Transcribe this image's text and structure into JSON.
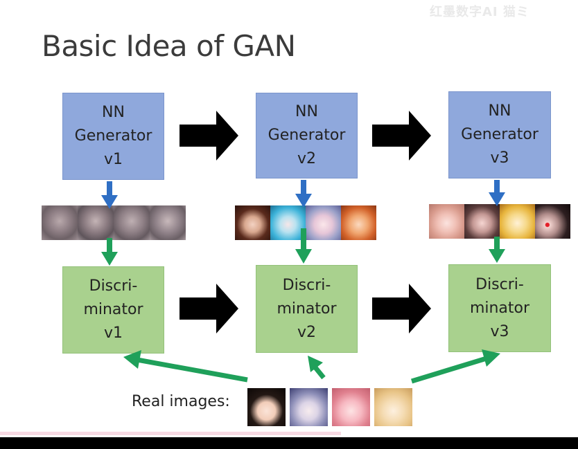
{
  "title": "Basic Idea of GAN",
  "watermark": "红墨数字AI 猫ミ",
  "generators": [
    {
      "lines": [
        "NN",
        "Generator",
        "v1"
      ]
    },
    {
      "lines": [
        "NN",
        "Generator",
        "v2"
      ]
    },
    {
      "lines": [
        "NN",
        "Generator",
        "v3"
      ]
    }
  ],
  "discriminators": [
    {
      "lines": [
        "Discri-",
        "minator",
        "v1"
      ]
    },
    {
      "lines": [
        "Discri-",
        "minator",
        "v2"
      ]
    },
    {
      "lines": [
        "Discri-",
        "minator",
        "v3"
      ]
    }
  ],
  "real_images_label": "Real images:",
  "colors": {
    "generator_fill": "#8fa8dc",
    "discriminator_fill": "#a9d18e",
    "blue_arrow": "#2f6fc4",
    "green_arrow": "#1fa05a",
    "black_arrow": "#000000"
  }
}
